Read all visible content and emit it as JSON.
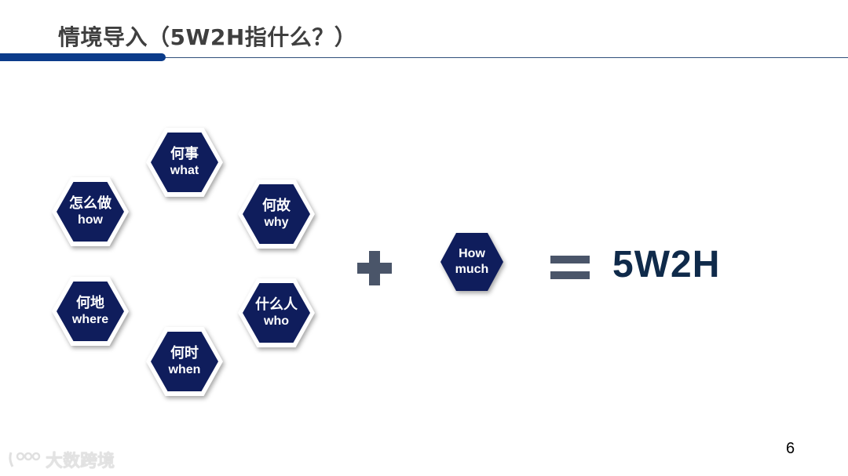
{
  "slide": {
    "title": "情境导入（5W2H指什么？）",
    "page_number": "6"
  },
  "hexagons": [
    {
      "id": "what",
      "cn": "何事",
      "en": "what"
    },
    {
      "id": "how",
      "cn": "怎么做",
      "en": "how"
    },
    {
      "id": "why",
      "cn": "何故",
      "en": "why"
    },
    {
      "id": "where",
      "cn": "何地",
      "en": "where"
    },
    {
      "id": "who",
      "cn": "什么人",
      "en": "who"
    },
    {
      "id": "when",
      "cn": "何时",
      "en": "when"
    }
  ],
  "how_much": {
    "line1": "How",
    "line2": "much"
  },
  "result": "5W2H",
  "watermark": {
    "text": "大数跨境",
    "icon": "brand-logo-icon"
  },
  "colors": {
    "hexagon_fill": "#0f1d5c",
    "accent_bar": "#0b3b8a",
    "operator": "#4a5569",
    "result_text": "#0f2a4a"
  }
}
